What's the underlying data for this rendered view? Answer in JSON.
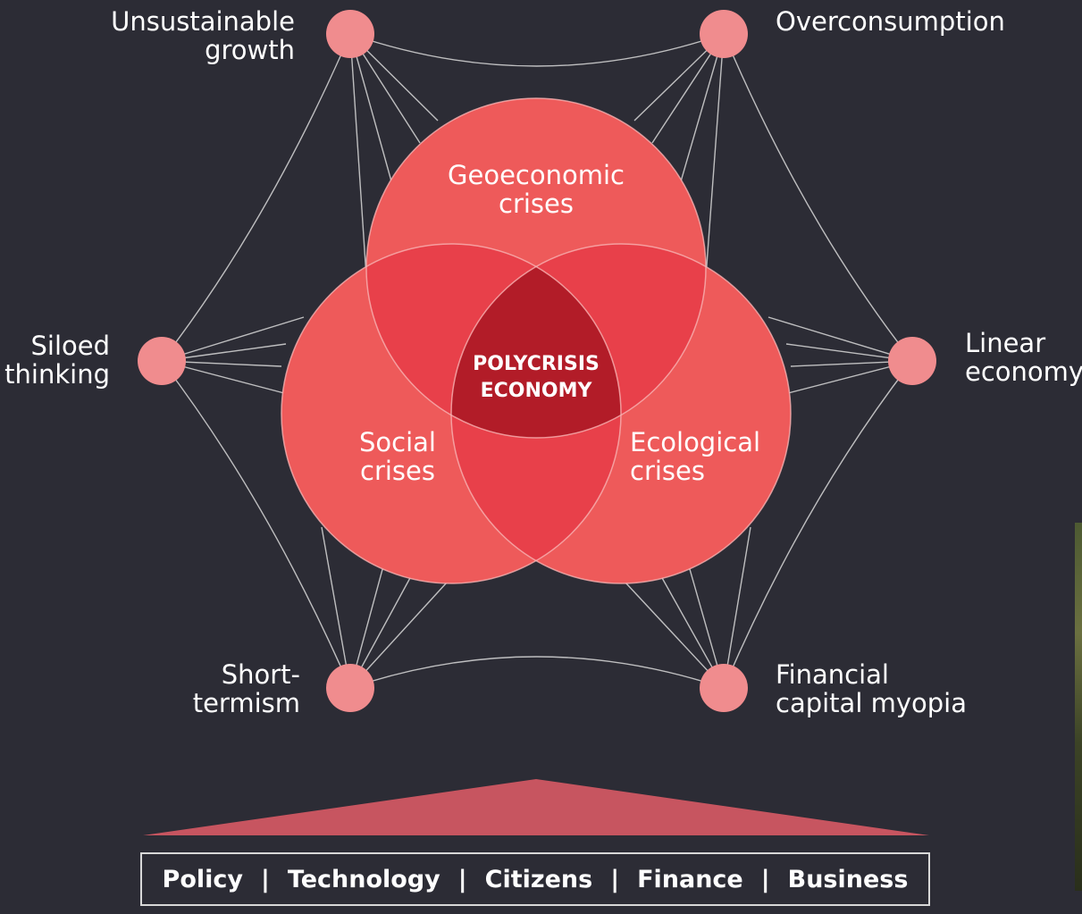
{
  "center": {
    "line1": "POLYCRISIS",
    "line2": "ECONOMY"
  },
  "crises": [
    {
      "line1": "Geoeconomic",
      "line2": "crises"
    },
    {
      "line1": "Social",
      "line2": "crises"
    },
    {
      "line1": "Ecological",
      "line2": "crises"
    }
  ],
  "drivers": [
    {
      "line1": "Unsustainable",
      "line2": "growth"
    },
    {
      "line1": "Overconsumption",
      "line2": ""
    },
    {
      "line1": "Siloed",
      "line2": "thinking"
    },
    {
      "line1": "Linear",
      "line2": "economy"
    },
    {
      "line1": "Short-",
      "line2": "termism"
    },
    {
      "line1": "Financial",
      "line2": "capital myopia"
    }
  ],
  "stakeholders": [
    "Policy",
    "Technology",
    "Citizens",
    "Finance",
    "Business"
  ],
  "colors": {
    "background": "#2c2c35",
    "circle": "#ee5a5a",
    "overlap": "#e8404a",
    "center": "#b21c28",
    "node": "#f08c8e",
    "line": "#d9d9d9",
    "triangle": "#c75560"
  }
}
